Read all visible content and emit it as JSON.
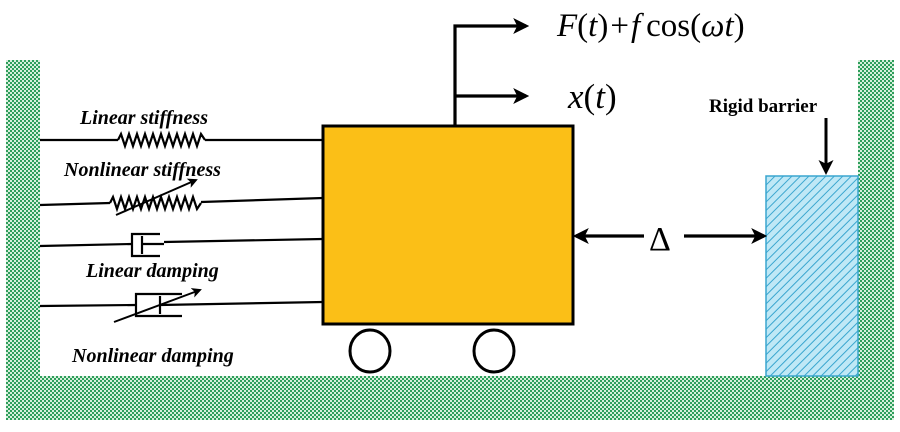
{
  "labels": {
    "linear_stiffness": "Linear stiffness",
    "nonlinear_stiffness": "Nonlinear stiffness",
    "linear_damping": "Linear damping",
    "nonlinear_damping": "Nonlinear damping",
    "rigid_barrier": "Rigid barrier",
    "force_F": "F",
    "force_t1": "(",
    "force_t2": "t",
    "force_t3": ")",
    "force_plus": "+",
    "force_f": "f",
    "force_cos": "cos(",
    "force_omega": "ω",
    "force_t4": "t",
    "force_close": ")",
    "disp_x": "x",
    "disp_open": "(",
    "disp_t": "t",
    "disp_close": ")",
    "gap": "Δ"
  },
  "colors": {
    "ground_green": "#2e9e5b",
    "mass_fill": "#fbbf17",
    "barrier_fill": "#a9dff2",
    "barrier_hatch": "#3aa6cf"
  }
}
